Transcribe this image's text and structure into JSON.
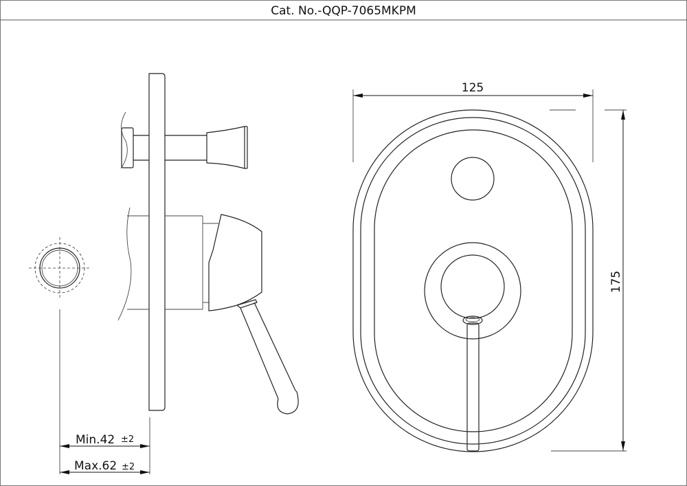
{
  "title": "Cat. No.-QQP-7065MKPM",
  "dimensions": {
    "width": "125",
    "height": "175",
    "min_depth": "Min.42",
    "min_tolerance": "±2",
    "max_depth": "Max.62",
    "max_tolerance": "±2"
  }
}
